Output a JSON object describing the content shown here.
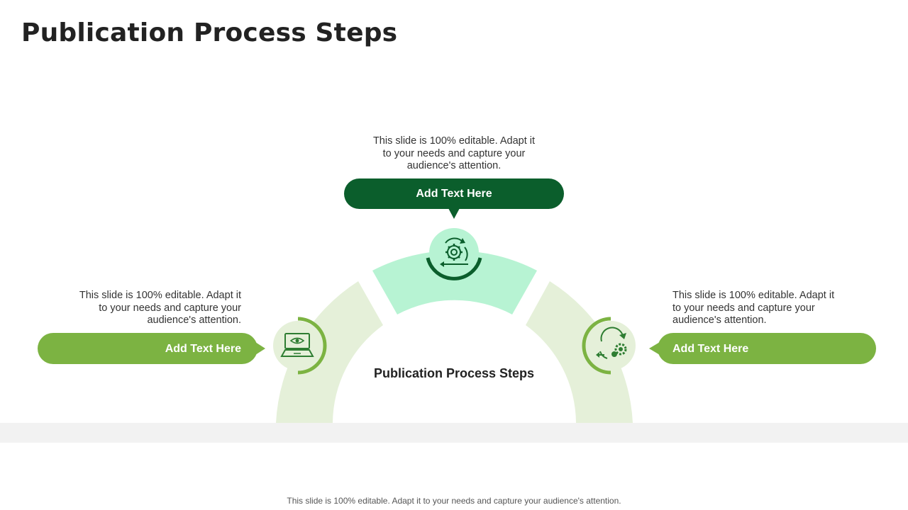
{
  "title": "Publication Process Steps",
  "center_label": "Publication Process Steps",
  "steps": [
    {
      "position": "top",
      "label": "Add Text Here",
      "description": "This slide is 100% editable. Adapt it to your needs and capture your audience's attention.",
      "icon": "cycle-gear-icon"
    },
    {
      "position": "left",
      "label": "Add Text Here",
      "description": "This slide is 100% editable. Adapt it to your needs and capture your audience's attention.",
      "icon": "laptop-eye-icon"
    },
    {
      "position": "right",
      "label": "Add Text Here",
      "description": "This slide is 100% editable. Adapt it to your needs and capture your audience's attention.",
      "icon": "gear-refresh-icon"
    }
  ],
  "footer": "This slide is 100% editable. Adapt it to your needs and capture your audience's attention.",
  "colors": {
    "dark_green": "#0b5e2c",
    "light_green": "#7cb342",
    "mint": "#b7f3d3",
    "pale_green": "#e5f0d9",
    "icon_circle_top": "#b7f3d3",
    "icon_circle_side": "#e5f0d9"
  }
}
